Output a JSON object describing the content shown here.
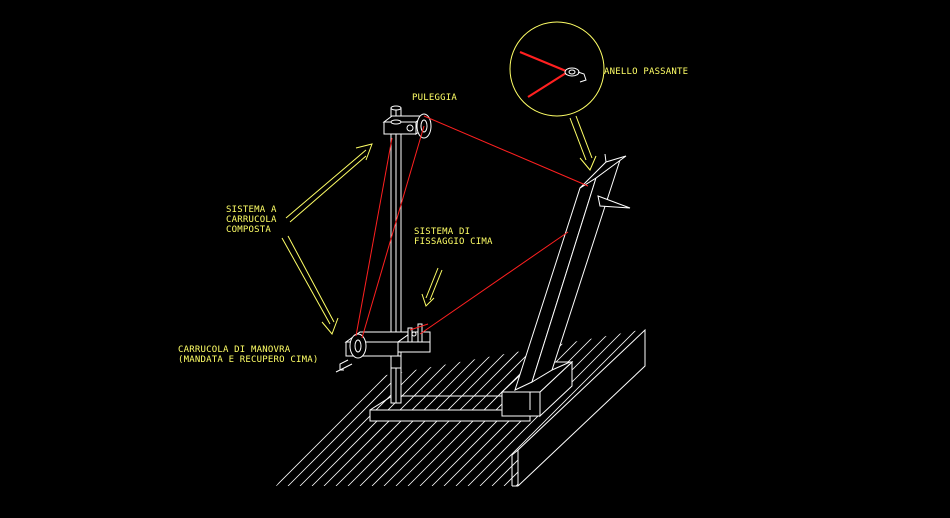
{
  "labels": {
    "anello": "ANELLO PASSANTE",
    "puleggia": "PULEGGIA",
    "sistema_carrucola": [
      "SISTEMA A",
      "CARRUCOLA",
      "COMPOSTA"
    ],
    "sistema_fissaggio": [
      "SISTEMA DI",
      "FISSAGGIO CIMA"
    ],
    "carrucola_manovra": [
      "CARRUCOLA DI MANOVRA",
      "(MANDATA E RECUPERO CIMA)"
    ]
  },
  "colors": {
    "background": "#000000",
    "structure": "#ffffff",
    "rope": "#ff2020",
    "annotation": "#ffff66"
  }
}
